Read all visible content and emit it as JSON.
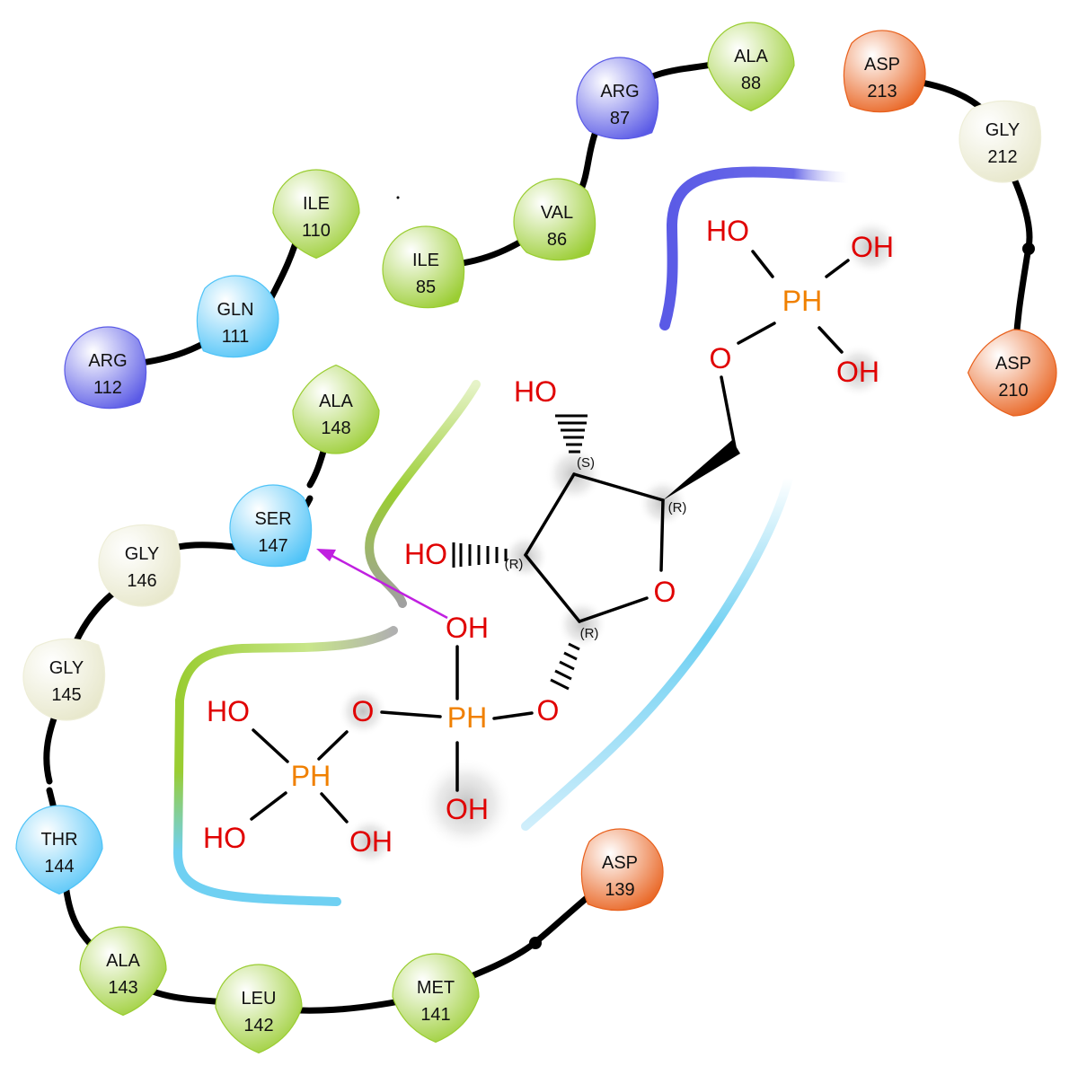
{
  "colors": {
    "hydrophobic": "#9acd32",
    "polar": "#4fc3f7",
    "positive": "#5a5ae6",
    "negative": "#e8601c",
    "glycine": "#eeeed8",
    "oxygen": "#e00000",
    "phosphorus": "#f08000",
    "hbond": "#c020e0",
    "backbone": "#000000"
  },
  "residues": [
    {
      "name": "ALA",
      "num": "88",
      "type": "hydrophobic"
    },
    {
      "name": "ARG",
      "num": "87",
      "type": "positive"
    },
    {
      "name": "VAL",
      "num": "86",
      "type": "hydrophobic"
    },
    {
      "name": "ILE",
      "num": "85",
      "type": "hydrophobic"
    },
    {
      "name": "ILE",
      "num": "110",
      "type": "hydrophobic"
    },
    {
      "name": "GLN",
      "num": "111",
      "type": "polar"
    },
    {
      "name": "ARG",
      "num": "112",
      "type": "positive"
    },
    {
      "name": "ASP",
      "num": "213",
      "type": "negative"
    },
    {
      "name": "GLY",
      "num": "212",
      "type": "glycine"
    },
    {
      "name": "ASP",
      "num": "210",
      "type": "negative"
    },
    {
      "name": "ALA",
      "num": "148",
      "type": "hydrophobic"
    },
    {
      "name": "SER",
      "num": "147",
      "type": "polar"
    },
    {
      "name": "GLY",
      "num": "146",
      "type": "glycine"
    },
    {
      "name": "GLY",
      "num": "145",
      "type": "glycine"
    },
    {
      "name": "THR",
      "num": "144",
      "type": "polar"
    },
    {
      "name": "ALA",
      "num": "143",
      "type": "hydrophobic"
    },
    {
      "name": "LEU",
      "num": "142",
      "type": "hydrophobic"
    },
    {
      "name": "MET",
      "num": "141",
      "type": "hydrophobic"
    },
    {
      "name": "ASP",
      "num": "139",
      "type": "negative"
    }
  ],
  "atoms": {
    "ho_top": "HO",
    "ho_left": "HO",
    "o_ring": "O",
    "oh_hbond": "OH",
    "o_glyco": "O",
    "o_bridge": "O",
    "p_center": "PH",
    "oh_lower": "OH",
    "p_left": "PH",
    "ho_pl_top": "HO",
    "ho_pl_bot": "HO",
    "oh_pl_bot": "OH",
    "p_top": "PH",
    "ho_pt": "HO",
    "oh_pt_top": "OH",
    "oh_pt_bot": "OH",
    "o_pt": "O"
  },
  "stereo": {
    "s1": "(S)",
    "r1": "(R)",
    "r2": "(R)",
    "r3": "(R)"
  }
}
